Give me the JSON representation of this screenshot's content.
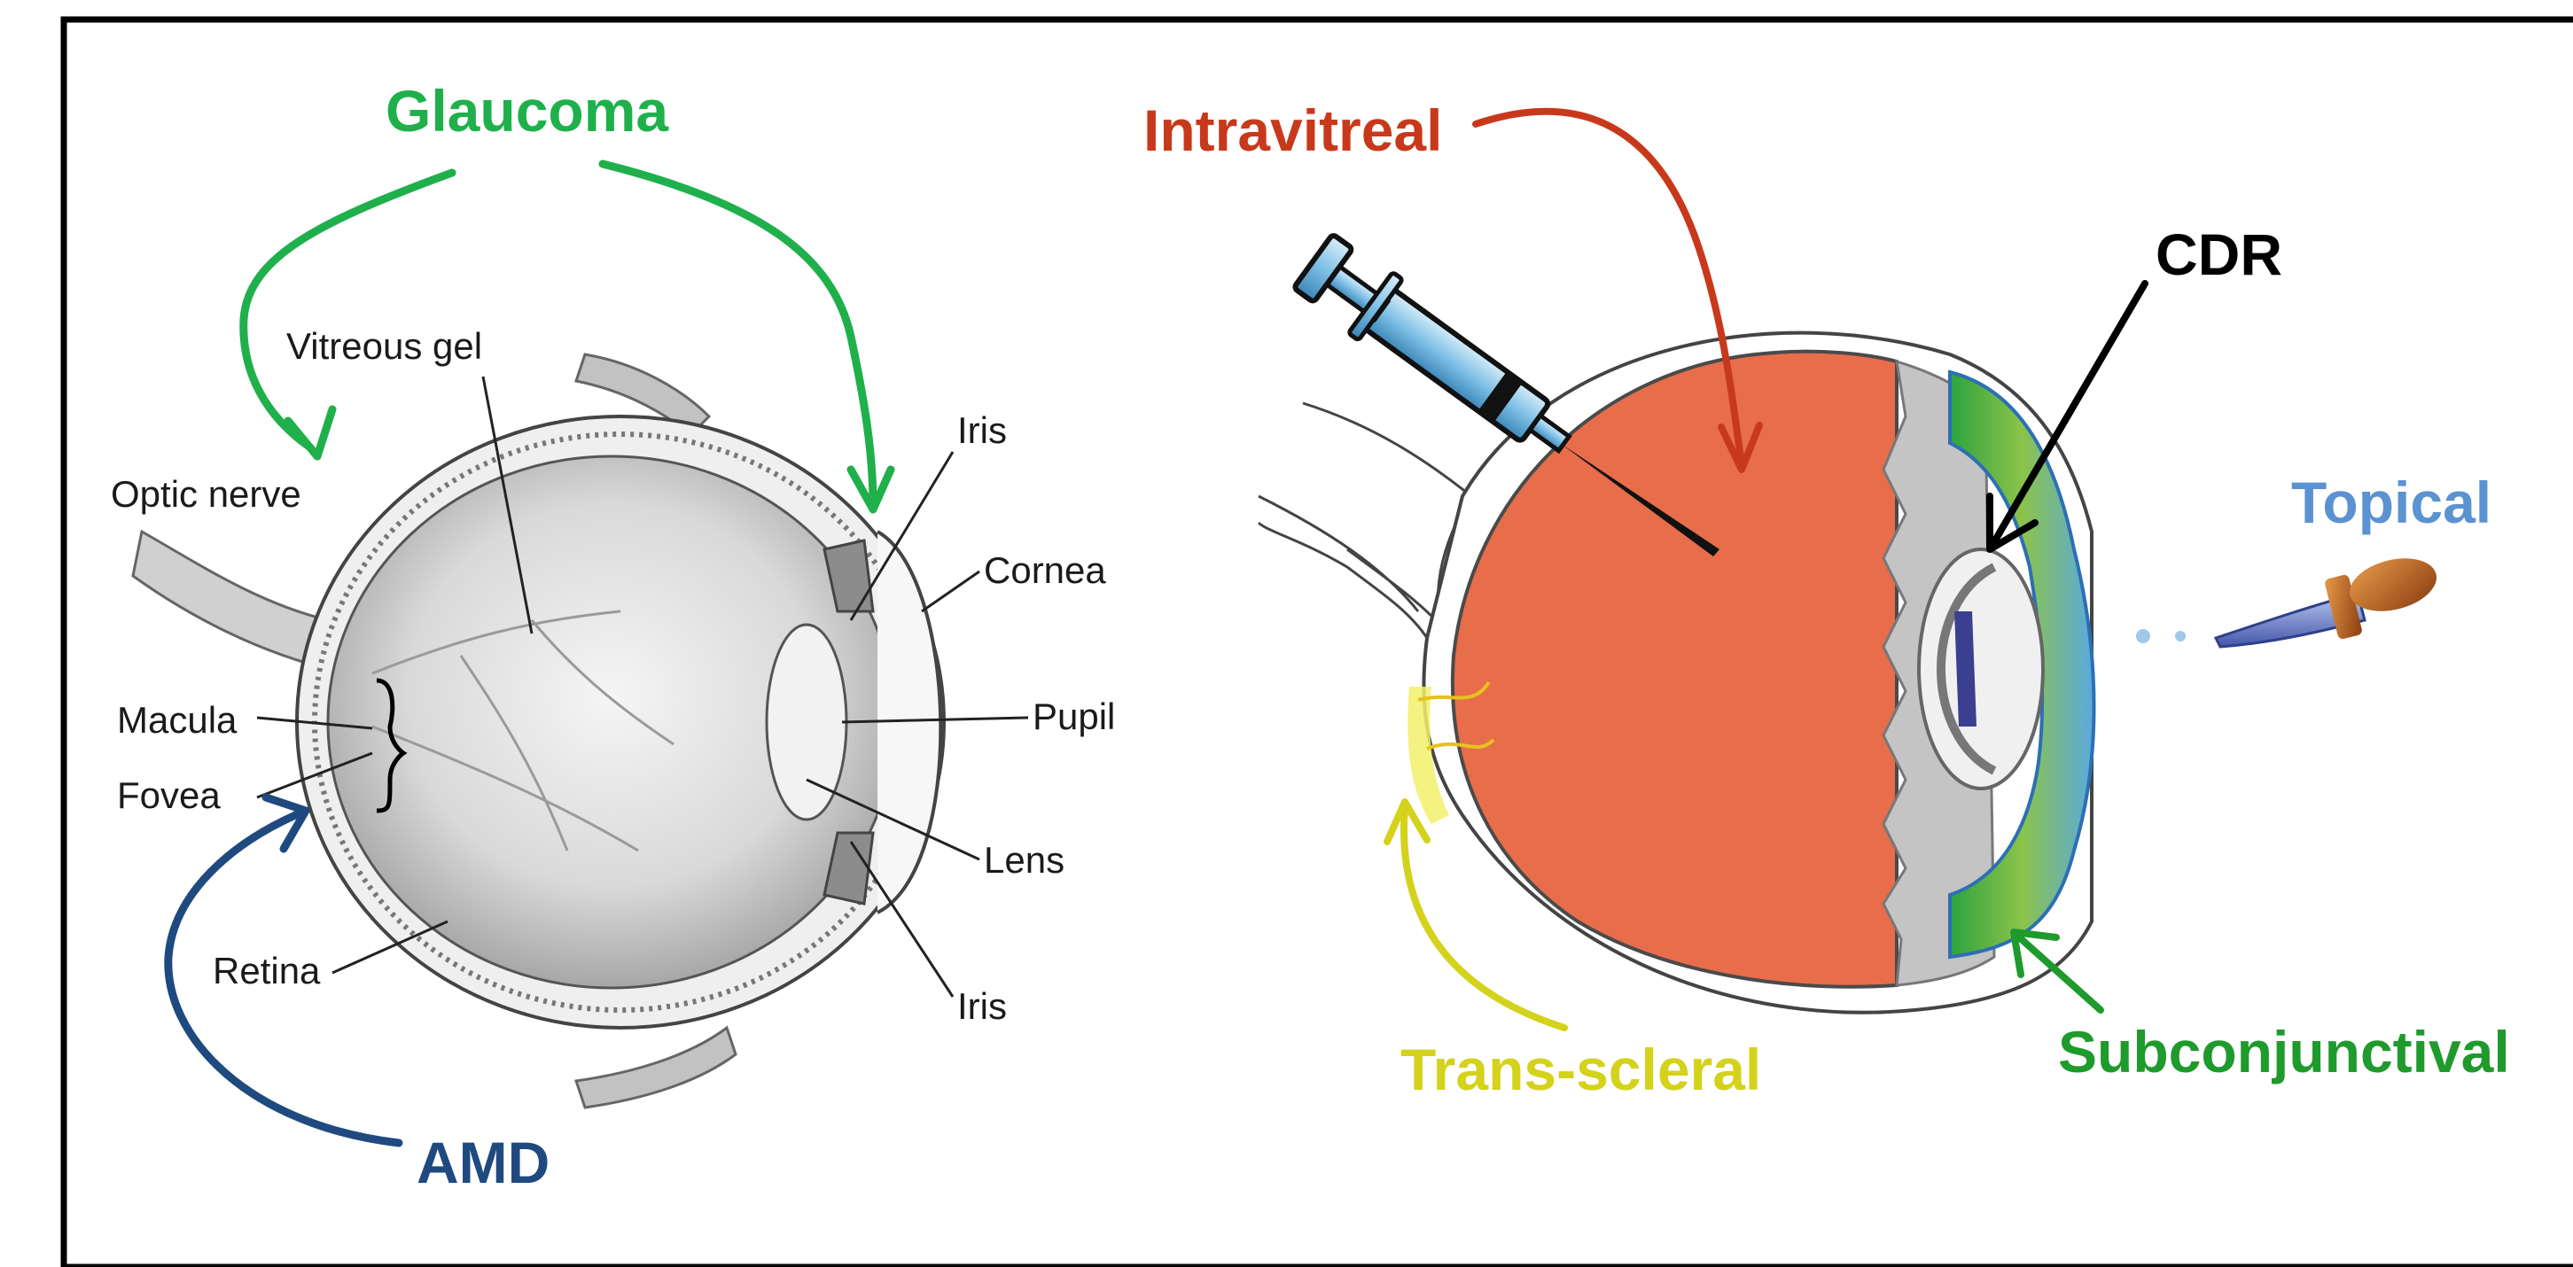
{
  "anatomy_labels": {
    "vitreous_gel": "Vitreous gel",
    "optic_nerve": "Optic nerve",
    "macula": "Macula",
    "fovea": "Fovea",
    "retina": "Retina",
    "iris_top": "Iris",
    "cornea": "Cornea",
    "pupil": "Pupil",
    "lens": "Lens",
    "iris_bottom": "Iris"
  },
  "disease_labels": {
    "glaucoma": "Glaucoma",
    "amd": "AMD"
  },
  "route_labels": {
    "intravitreal": "Intravitreal",
    "cdr": "CDR",
    "topical": "Topical",
    "trans_scleral": "Trans-scleral",
    "subconjunctival": "Subconjunctival"
  },
  "icons": {
    "syringe": "syringe-icon",
    "dropper": "eye-dropper-icon"
  },
  "colors": {
    "glaucoma": "#1fb04b",
    "amd": "#1f4a7f",
    "intravitreal": "#c8391b",
    "cdr": "#000000",
    "topical": "#5b92d1",
    "trans_scleral": "#d4d21a",
    "subconjunctival": "#1f9a2c",
    "vitreous_red": "#e86d4a",
    "lens_tissue_gray": "#c4c4c4"
  }
}
